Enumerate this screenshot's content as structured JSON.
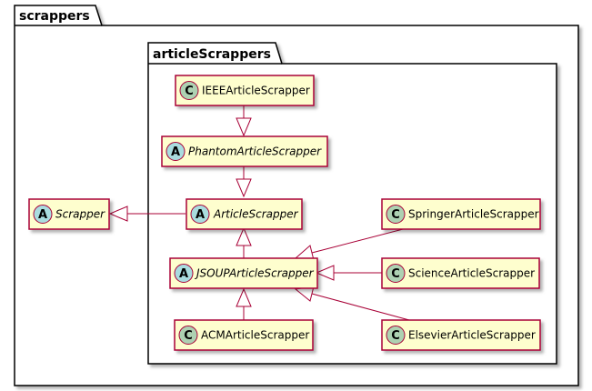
{
  "packages": {
    "outer": {
      "name": "scrappers"
    },
    "inner": {
      "name": "articleScrappers"
    }
  },
  "classes": {
    "scrapper": {
      "name": "Scrapper",
      "kind": "A",
      "abstract": true
    },
    "ieee": {
      "name": "IEEEArticleScrapper",
      "kind": "C",
      "abstract": false
    },
    "phantom": {
      "name": "PhantomArticleScrapper",
      "kind": "A",
      "abstract": true
    },
    "article": {
      "name": "ArticleScrapper",
      "kind": "A",
      "abstract": true
    },
    "jsoup": {
      "name": "JSOUPArticleScrapper",
      "kind": "A",
      "abstract": true
    },
    "acm": {
      "name": "ACMArticleScrapper",
      "kind": "C",
      "abstract": false
    },
    "springer": {
      "name": "SpringerArticleScrapper",
      "kind": "C",
      "abstract": false
    },
    "science": {
      "name": "ScienceArticleScrapper",
      "kind": "C",
      "abstract": false
    },
    "elsevier": {
      "name": "ElsevierArticleScrapper",
      "kind": "C",
      "abstract": false
    }
  },
  "colors": {
    "class_fill": "#fefece",
    "class_border": "#a80036",
    "abstract_circle": "#a9dcdf",
    "concrete_circle": "#add1b2",
    "edge": "#a80036",
    "package_border": "#000000"
  }
}
